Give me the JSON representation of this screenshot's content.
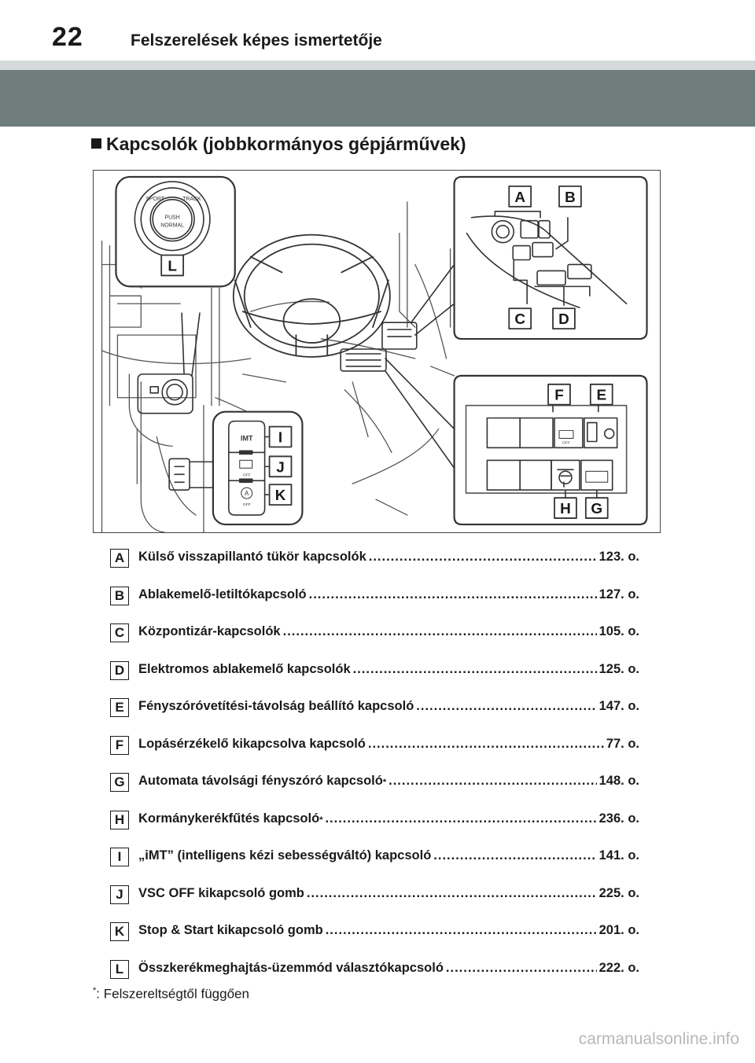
{
  "header": {
    "page_number": "22",
    "title": "Felszerelések képes ismertetője"
  },
  "section": {
    "marker": "■",
    "title": "Kapcsolók (jobbkormányos gépjárművek)"
  },
  "figure": {
    "callouts": [
      "A",
      "B",
      "C",
      "D",
      "E",
      "F",
      "G",
      "H",
      "I",
      "J",
      "K",
      "L"
    ],
    "knob_labels": {
      "top_left": "SPORT",
      "top_right": "TRACK",
      "center_1": "PUSH",
      "center_2": "NORMAL"
    },
    "panel_labels": {
      "imt": "IMT",
      "off_1": "OFF",
      "off_2": "OFF",
      "off_3": "OFF",
      "auto_letter": "A"
    }
  },
  "entries": [
    {
      "letter": "A",
      "text": "Külső visszapillantó tükör kapcsolók",
      "sup": "",
      "page": "123. o."
    },
    {
      "letter": "B",
      "text": "Ablakemelő-letiltókapcsoló",
      "sup": "",
      "page": "127. o."
    },
    {
      "letter": "C",
      "text": "Központizár-kapcsolók",
      "sup": "",
      "page": "105. o."
    },
    {
      "letter": "D",
      "text": "Elektromos ablakemelő kapcsolók",
      "sup": "",
      "page": "125. o."
    },
    {
      "letter": "E",
      "text": "Fényszóróvetítési-távolság beállító kapcsoló",
      "sup": "",
      "page": "147. o."
    },
    {
      "letter": "F",
      "text": "Lopásérzékelő kikapcsolva kapcsoló",
      "sup": "",
      "page": "77. o."
    },
    {
      "letter": "G",
      "text": "Automata távolsági fényszóró kapcsoló",
      "sup": "*",
      "page": "148. o."
    },
    {
      "letter": "H",
      "text": "Kormánykerékfűtés kapcsoló",
      "sup": "*",
      "page": "236. o."
    },
    {
      "letter": "I",
      "text": "„iMT” (intelligens kézi sebességváltó) kapcsoló",
      "sup": "",
      "page": "141. o."
    },
    {
      "letter": "J",
      "text": "VSC OFF kikapcsoló gomb",
      "sup": "",
      "page": "225. o."
    },
    {
      "letter": "K",
      "text": "Stop & Start kikapcsoló gomb",
      "sup": "",
      "page": "201. o."
    },
    {
      "letter": "L",
      "text": "Összkerékmeghajtás-üzemmód választókapcsoló",
      "sup": "",
      "page": "222. o."
    }
  ],
  "footnote": {
    "mark": "*",
    "text": ": Felszereltségtől függően"
  },
  "watermark": "carmanualsonline.info"
}
